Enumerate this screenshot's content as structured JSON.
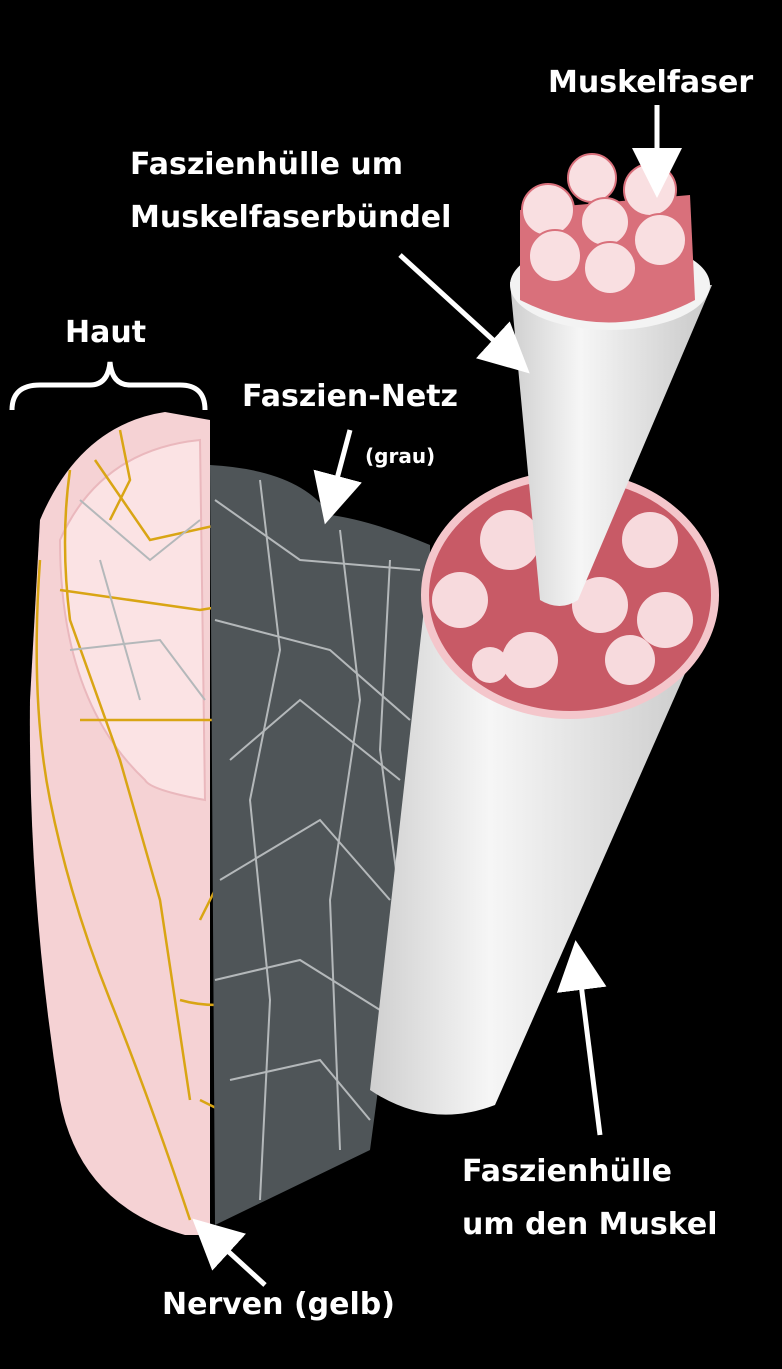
{
  "labels": {
    "muscle_fiber": "Muskelfaser",
    "bundle_sheath_line1": "Faszienhülle um",
    "bundle_sheath_line2": "Muskelfaserbündel",
    "skin": "Haut",
    "fascia_net": "Faszien-Netz",
    "fascia_net_note": "(grau)",
    "muscle_sheath_line1": "Faszienhülle",
    "muscle_sheath_line2": "um den Muskel",
    "nerves": "Nerven (gelb)"
  },
  "colors": {
    "background": "#000000",
    "skin": "#f5d2d4",
    "fascia_net": "#4f5558",
    "fascia_lines": "#b4b8ba",
    "nerves": "#d9a514",
    "sheath": "#e9e9e9",
    "muscle": "#c85a66"
  }
}
